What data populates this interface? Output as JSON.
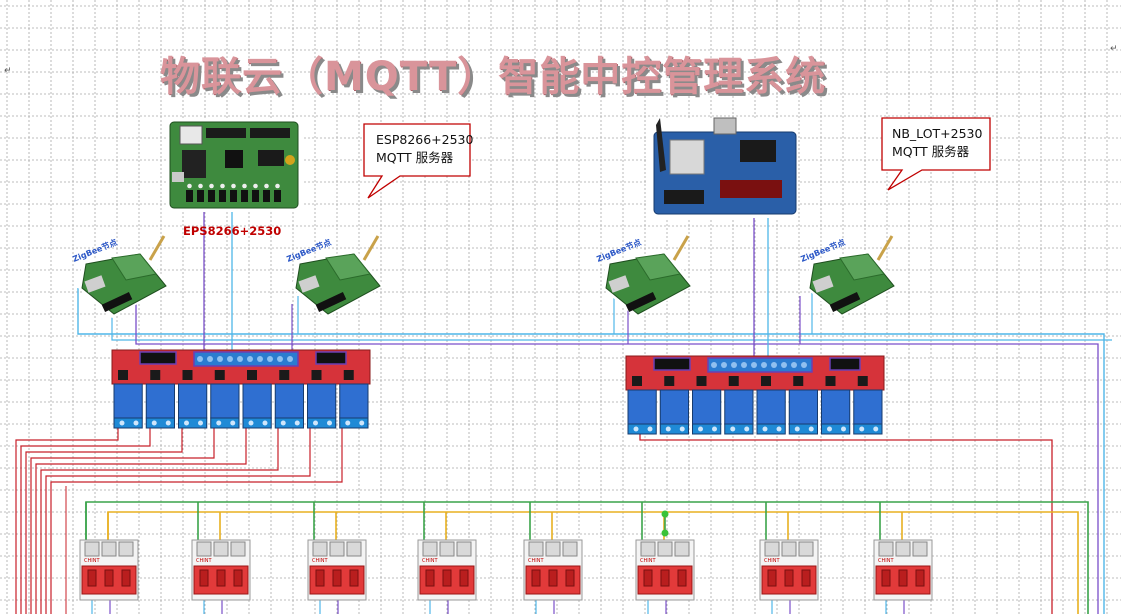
{
  "title": "物联云（MQTT）智能中控管理系统",
  "left_callout": {
    "line1": "ESP8266+2530",
    "line2": "MQTT 服务器"
  },
  "right_callout": {
    "line1": "NB_LOT+2530",
    "line2": "MQTT 服务器"
  },
  "left_board_caption": "EPS8266+2530",
  "zigbee_label": "ZigBee节点",
  "relay_channels": 8,
  "breaker_count": 8,
  "colors": {
    "grid": "#a9a9a9",
    "title": "#d9949a",
    "callout_border": "#c00000",
    "wire_blue": "#4fb6e8",
    "wire_purple": "#7a4fc9",
    "wire_red": "#c8202a",
    "wire_green": "#3aa34a",
    "wire_yellow": "#e8b020",
    "relay_board": "#d6333a",
    "relay_block": "#2f6fd1",
    "breaker": "#e23a3a",
    "pcb_green": "#3e8a3e",
    "pcb_blue": "#2a5fa8"
  }
}
